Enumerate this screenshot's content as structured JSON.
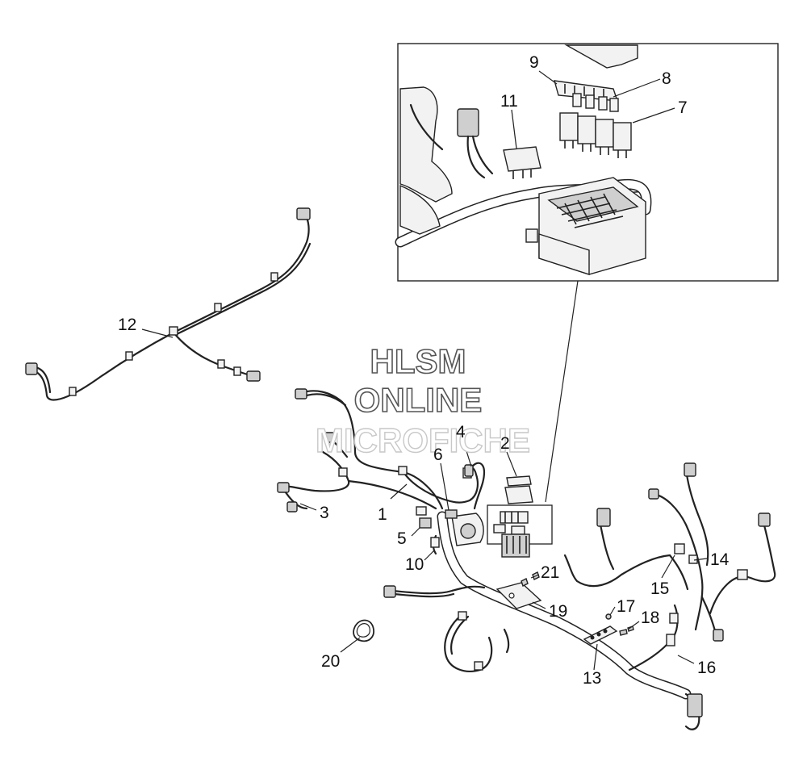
{
  "watermark": {
    "line1": "HLSM",
    "line2": "ONLINE",
    "line3": "MICROFICHE"
  },
  "callouts": [
    {
      "id": "1",
      "label": "1"
    },
    {
      "id": "2",
      "label": "2"
    },
    {
      "id": "3",
      "label": "3"
    },
    {
      "id": "4",
      "label": "4"
    },
    {
      "id": "5",
      "label": "5"
    },
    {
      "id": "6",
      "label": "6"
    },
    {
      "id": "7",
      "label": "7"
    },
    {
      "id": "8",
      "label": "8"
    },
    {
      "id": "9",
      "label": "9"
    },
    {
      "id": "10",
      "label": "10"
    },
    {
      "id": "11",
      "label": "11"
    },
    {
      "id": "12",
      "label": "12"
    },
    {
      "id": "13",
      "label": "13"
    },
    {
      "id": "14",
      "label": "14"
    },
    {
      "id": "15",
      "label": "15"
    },
    {
      "id": "16",
      "label": "16"
    },
    {
      "id": "17",
      "label": "17"
    },
    {
      "id": "18",
      "label": "18"
    },
    {
      "id": "19",
      "label": "19"
    },
    {
      "id": "20",
      "label": "20"
    },
    {
      "id": "21",
      "label": "21"
    }
  ]
}
